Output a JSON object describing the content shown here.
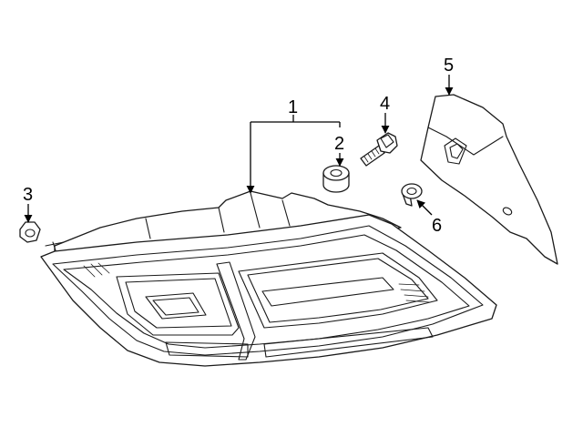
{
  "diagram": {
    "callouts": [
      {
        "number": "1",
        "part": "tail-lamp-assembly"
      },
      {
        "number": "2",
        "part": "grommet"
      },
      {
        "number": "3",
        "part": "nut"
      },
      {
        "number": "4",
        "part": "bolt"
      },
      {
        "number": "5",
        "part": "access-cover"
      },
      {
        "number": "6",
        "part": "retainer"
      }
    ],
    "colors": {
      "line": "#1a1a1a",
      "background": "#ffffff"
    }
  }
}
